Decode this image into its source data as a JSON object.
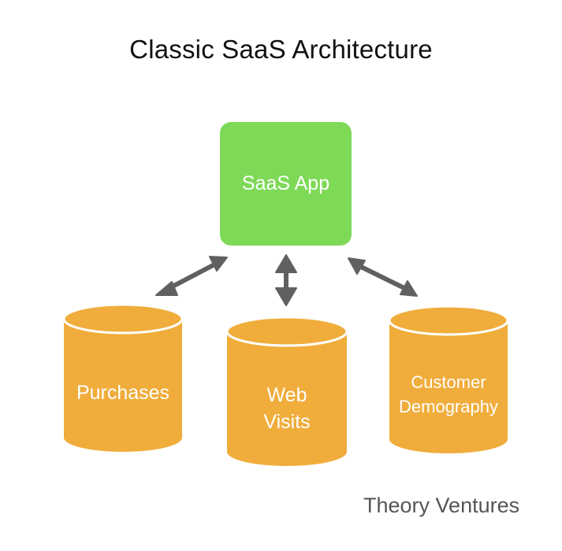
{
  "diagram": {
    "title": "Classic SaaS Architecture",
    "app": {
      "label": "SaaS App"
    },
    "databases": [
      {
        "lines": [
          "Purchases"
        ]
      },
      {
        "lines": [
          "Web",
          "Visits"
        ]
      },
      {
        "lines": [
          "Customer",
          "Demography"
        ]
      }
    ],
    "footer": "Theory Ventures"
  },
  "colors": {
    "app": "#7ed957",
    "database": "#f0ad3c",
    "arrow": "#606060",
    "footer_text": "#555555"
  }
}
